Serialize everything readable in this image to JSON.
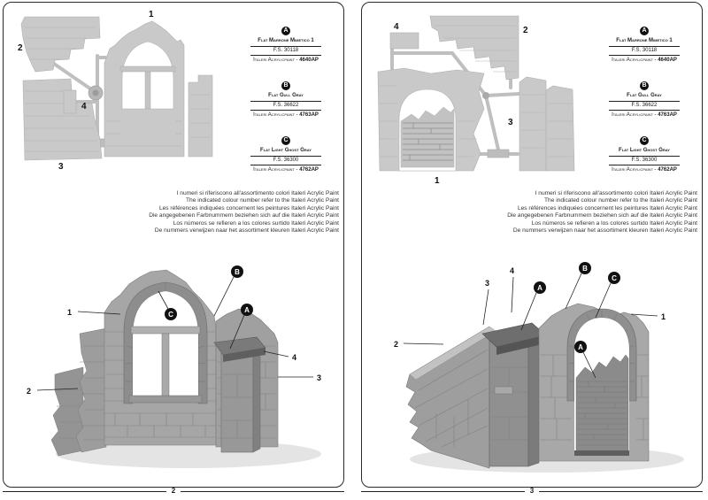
{
  "colors": {
    "ink": "#1a1a1a",
    "paper": "#ffffff",
    "sprue_gray": "#c9c9c9",
    "model_gray": "#a6a6a6",
    "model_gray_dark": "#8f8f8f",
    "cap_gray": "#6e6e6e",
    "callout_circle": "#111111"
  },
  "paints": [
    {
      "letter": "A",
      "name": "Flat Marrone Mimetico 1",
      "fs": "F.S. 30118",
      "brand": "Italeri Acrylicpaint - ",
      "code": "4640AP"
    },
    {
      "letter": "B",
      "name": "Flat Gull Gray",
      "fs": "F.S. 36622",
      "brand": "Italeri Acrylicpaint - ",
      "code": "4763AP"
    },
    {
      "letter": "C",
      "name": "Flat Light Ghost Gray",
      "fs": "F.S. 36300",
      "brand": "Italeri Acrylicpaint - ",
      "code": "4762AP"
    }
  ],
  "notes": [
    "I numeri si riferiscono all'assortimento colori Italeri Acrylic Paint",
    "The indicated colour number refer to the Italeri Acrylic Paint",
    "Les références indiquées concernent les peintures Italeri Acrylic Paint",
    "Die angegebenen Farbnummern beziehen sich auf die Italeri Acrylic Paint",
    "Los números se refieren a los colores surtido Italeri Acrylic Paint",
    "De nummers verwijzen naar het assortiment kleuren Italeri Acrylic Paint"
  ],
  "labels": {
    "n1": "1",
    "n2": "2",
    "n3": "3",
    "n4": "4",
    "A": "A",
    "B": "B",
    "C": "C"
  },
  "pages": [
    {
      "page_number": "2"
    },
    {
      "page_number": "3"
    }
  ]
}
